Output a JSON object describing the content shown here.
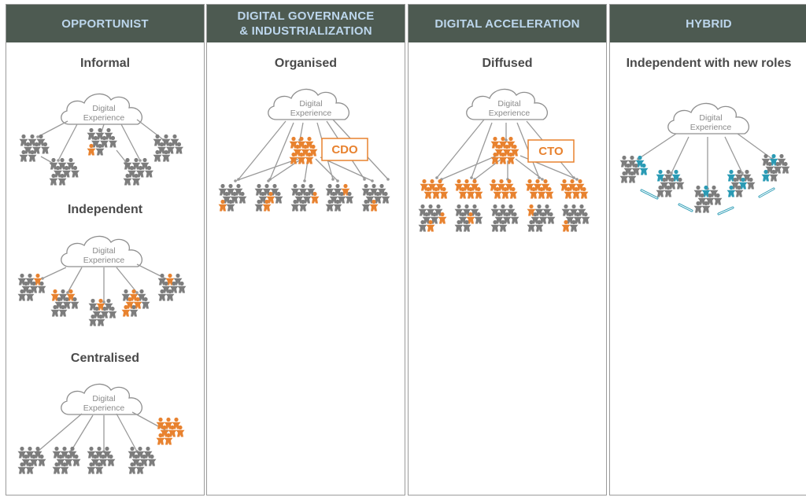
{
  "panels": [
    {
      "title": "OPPORTUNIST",
      "subtitles": [
        "Informal",
        "Independent",
        "Centralised"
      ]
    },
    {
      "title": "DIGITAL GOVERNANCE & INDUSTRIALIZATION",
      "title_lines": [
        "DIGITAL GOVERNANCE",
        "& INDUSTRIALIZATION"
      ],
      "subtitles": [
        "Organised"
      ],
      "role": "CDO"
    },
    {
      "title": "DIGITAL ACCELERATION",
      "subtitles": [
        "Diffused"
      ],
      "role": "CTO"
    },
    {
      "title": "HYBRID",
      "subtitles": [
        "Independent with new roles"
      ]
    }
  ],
  "cloud": {
    "line1": "Digital",
    "line2": "Experience"
  },
  "colors": {
    "header_bg": "#4d5a51",
    "header_text": "#bcd6ec",
    "person_gray": "#7d7d7d",
    "person_orange": "#e8822f",
    "person_teal": "#2a9bb5",
    "connector": "#9a9a9a",
    "panel_border": "#9b9b9b"
  },
  "icons": [
    "cloud-icon",
    "people-group-icon",
    "person-icon",
    "bridge-link-icon"
  ]
}
